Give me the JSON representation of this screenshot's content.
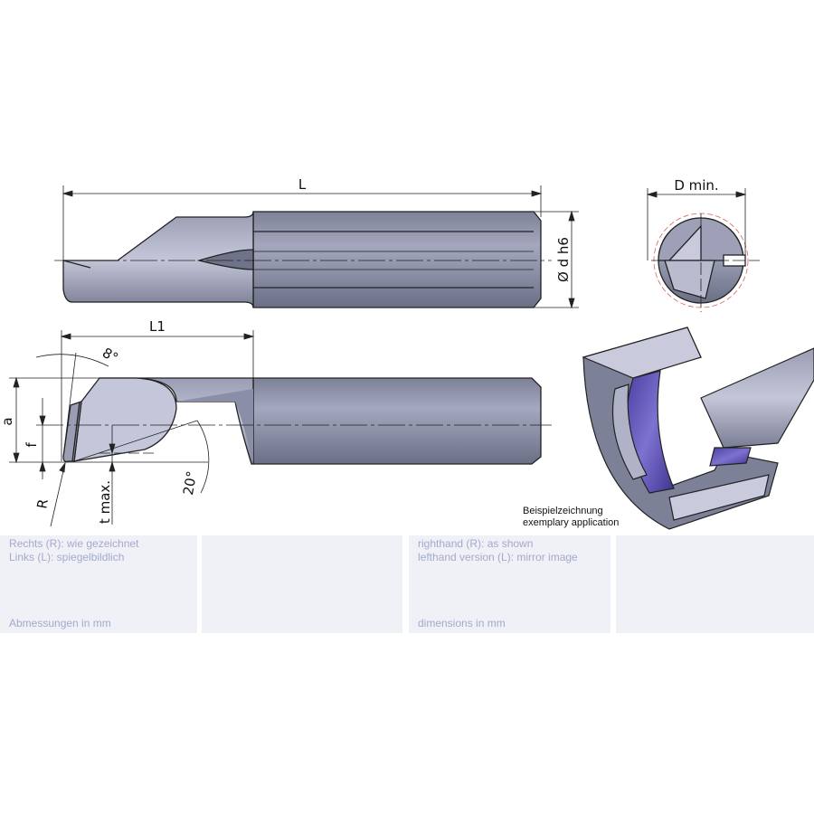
{
  "drawing": {
    "labels": {
      "L": "L",
      "d": "Ø d h6",
      "D": "D min.",
      "L1": "L1",
      "angle8": "8°",
      "a": "a",
      "f": "f",
      "R": "R",
      "t": "t max.",
      "angle20": "20°"
    },
    "example_caption": [
      "Beispielzeichnung",
      "exemplary application"
    ],
    "colors": {
      "tool": "#8a8ea6",
      "tool_dark": "#5f6378",
      "tool_light": "#c9cbdd",
      "insert": "#5a4fb0",
      "panel": "#eff1f6",
      "panel_text": "#a3a9cc"
    }
  },
  "panels": {
    "de": {
      "line1": "Rechts (R): wie gezeichnet",
      "line2": "Links (L): spiegelbildlich",
      "footer": "Abmessungen in mm"
    },
    "en": {
      "line1": "righthand (R): as shown",
      "line2": "lefthand version (L): mirror image",
      "footer": "dimensions in mm"
    }
  }
}
